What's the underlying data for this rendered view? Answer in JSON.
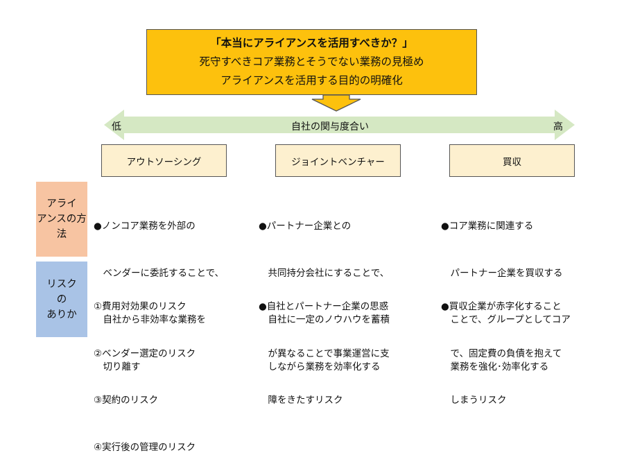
{
  "header": {
    "line1": "「本当にアライアンスを活用すべきか？」",
    "line2": "死守すべきコア業務とそうでない業務の見極め",
    "line3": "アライアンスを活用する目的の明確化"
  },
  "scale": {
    "label": "自社の関与度合い",
    "low": "低",
    "high": "高"
  },
  "categories": [
    "アウトソーシング",
    "ジョイントベンチャー",
    "買収"
  ],
  "rows": {
    "method": {
      "label_lines": [
        "アライ",
        "アンスの方法"
      ],
      "cells": [
        [
          "●ノンコア業務を外部の",
          "　ベンダーに委託することで、",
          "　自社から非効率な業務を",
          "　切り離す"
        ],
        [
          "●パートナー企業との",
          "　共同持分会社にすることで、",
          "　自社に一定のノウハウを蓄積",
          "　しながら業務を効率化する"
        ],
        [
          "●コア業務に関連する",
          "　パートナー企業を買収する",
          "　ことで、グループとしてコア",
          "　業務を強化･効率化する"
        ]
      ]
    },
    "risk": {
      "label_lines": [
        "リスク",
        "の",
        "ありか"
      ],
      "cells": [
        [
          "①費用対効果のリスク",
          "②ベンダー選定のリスク",
          "③契約のリスク",
          "④実行後の管理のリスク"
        ],
        [
          "●自社とパートナー企業の思惑",
          "　が異なることで事業運営に支",
          "　障をきたすリスク"
        ],
        [
          "●買収企業が赤字化すること",
          "　で、固定費の負債を抱えて",
          "　しまうリスク"
        ]
      ]
    }
  },
  "colors": {
    "header_fill": "#fdc10d",
    "arrow_fill": "#d5e8c3",
    "category_fill": "#fdf0cf",
    "method_fill": "#f7c4a2",
    "risk_fill": "#a9c3e6"
  }
}
